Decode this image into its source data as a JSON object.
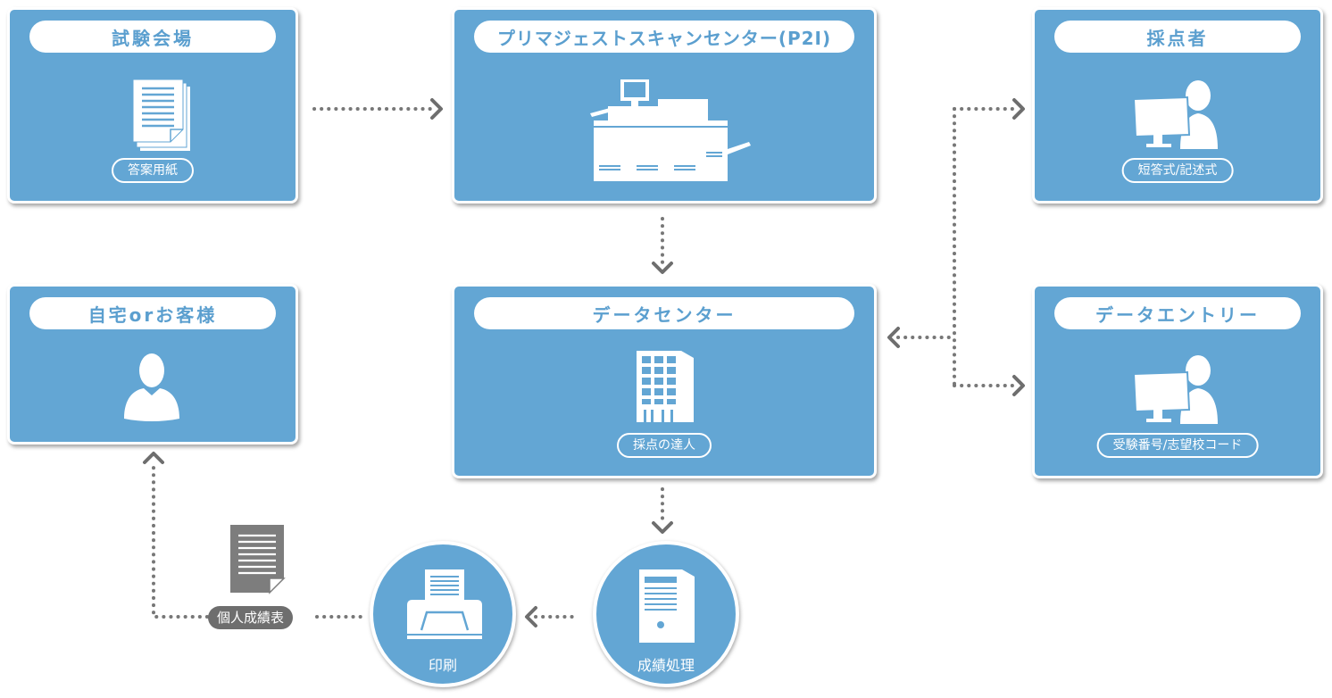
{
  "colors": {
    "card_fill": "#63a6d4",
    "pill_text": "#5b9fcf",
    "connector": "#777777",
    "dark_badge": "#6e6e6e"
  },
  "nodes": {
    "exam_venue": {
      "title": "試験会場",
      "icon": "stacked-documents-icon",
      "tag": "答案用紙"
    },
    "scan_center": {
      "title": "プリマジェストスキャンセンター(P2I)",
      "icon": "scanner-machine-icon"
    },
    "grader": {
      "title": "採点者",
      "icon": "person-at-computer-icon",
      "tag": "短答式/記述式"
    },
    "home_customer": {
      "title": "自宅orお客様",
      "icon": "person-icon"
    },
    "data_center": {
      "title": "データセンター",
      "icon": "office-building-icon",
      "tag": "採点の達人"
    },
    "data_entry": {
      "title": "データエントリー",
      "icon": "person-at-computer-icon",
      "tag": "受験番号/志望校コード"
    },
    "grade_processing": {
      "label": "成績処理",
      "icon": "server-icon"
    },
    "printing": {
      "label": "印刷",
      "icon": "printer-icon"
    }
  },
  "report": {
    "label": "個人成績表",
    "icon": "document-icon"
  },
  "edges": [
    {
      "from": "exam_venue",
      "to": "scan_center"
    },
    {
      "from": "scan_center",
      "to": "data_center"
    },
    {
      "from": "data_center",
      "to": "grader",
      "bidirectional": true
    },
    {
      "from": "data_center",
      "to": "data_entry",
      "bidirectional": true
    },
    {
      "from": "data_center",
      "to": "grade_processing"
    },
    {
      "from": "grade_processing",
      "to": "printing"
    },
    {
      "from": "printing",
      "to": "home_customer"
    }
  ]
}
